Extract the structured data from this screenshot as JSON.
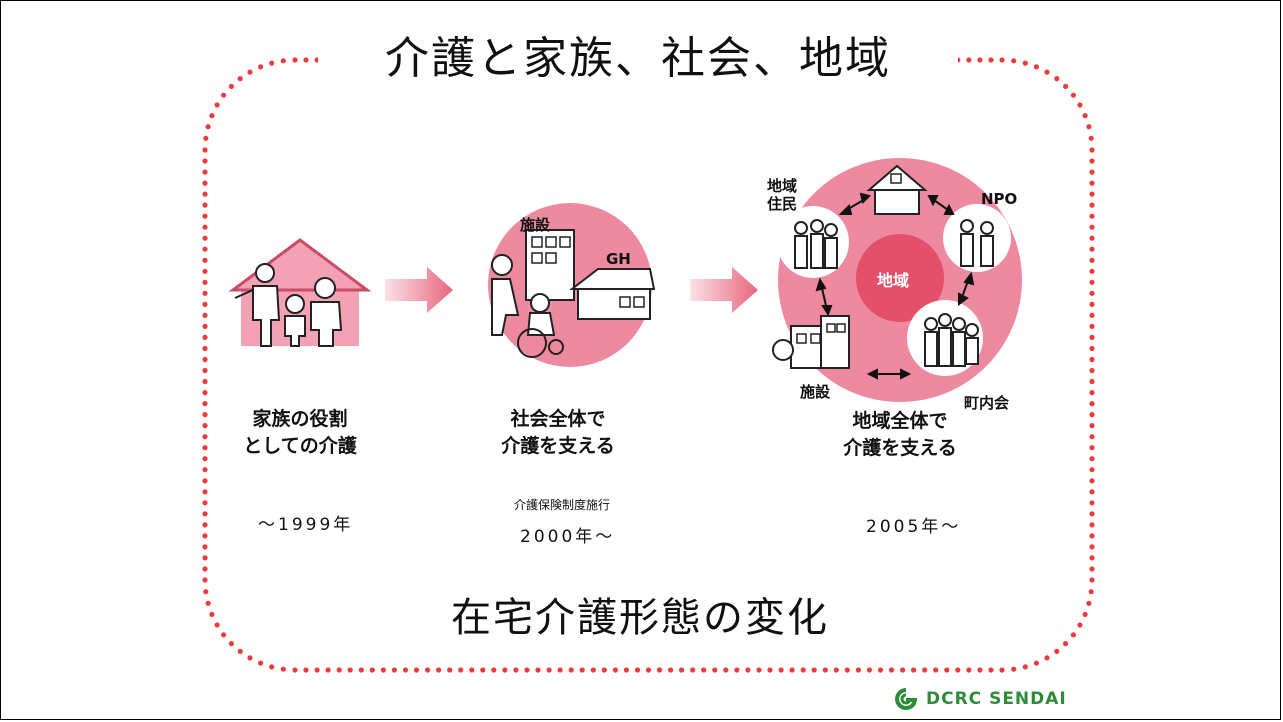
{
  "slide": {
    "title": "介護と家族、社会、地域",
    "subtitle": "在宅介護形態の変化"
  },
  "stages": [
    {
      "caption": [
        "家族の役割",
        "としての介護"
      ],
      "year": "〜1999年"
    },
    {
      "caption": [
        "社会全体で",
        "介護を支える"
      ],
      "note": "介護保険制度施行",
      "year": "2000年〜",
      "labels": {
        "facility": "施設",
        "gh": "GH"
      }
    },
    {
      "caption": [
        "地域全体で",
        "介護を支える"
      ],
      "year": "2005年〜",
      "labels": {
        "residents": [
          "地域",
          "住民"
        ],
        "npo": "NPO",
        "center": "地域",
        "facility": "施設",
        "neighborhood": "町内会"
      }
    }
  ],
  "logo": {
    "text": "DCRC SENDAI",
    "icon": "dcrc-swirl-icon"
  },
  "colors": {
    "accent": "#e8667d",
    "circle": "#ed8aa0",
    "center": "#e4506a",
    "dots": "#ee3b3b",
    "logo": "#2e8b3a"
  }
}
